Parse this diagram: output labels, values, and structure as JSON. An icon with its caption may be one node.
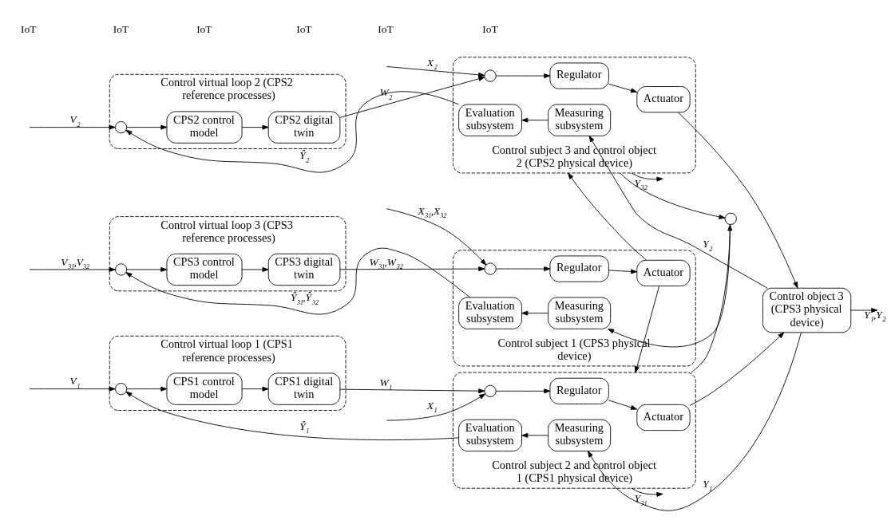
{
  "diagram": {
    "nodes": [
      {
        "text": [
          "Control virtual loop 3 (CPS3 reference processes)"
        ]
      },
      {
        "text": [],
        "shape": "circle",
        "in": 0
      },
      {
        "text": [
          "CPS3 control model"
        ],
        "in": 0
      },
      {
        "text": [
          "CPS3 digital twin"
        ],
        "in": 0
      },
      {
        "text": [
          "Control virtual loop 1 (CPS1 reference processes)"
        ]
      },
      {
        "text": [],
        "shape": "circle",
        "in": 4
      },
      {
        "text": [
          "CPS1 control model"
        ],
        "in": 4
      },
      {
        "text": [
          "CPS1 digital twin"
        ],
        "in": 4
      },
      {
        "text": [
          "Control object 3 (CPS3 physical device)"
        ]
      },
      {
        "text": [
          "Control subject 2 and control object 1 (CPS1 physical device)"
        ]
      },
      {
        "text": [],
        "shape": "circle",
        "in": 9
      },
      {
        "text": [
          "Regulator"
        ],
        "in": 9
      },
      {
        "text": [
          "Actuator"
        ],
        "in": 9
      },
      {
        "text": [
          "Evaluation subsystem"
        ],
        "in": 9
      },
      {
        "text": [
          "Measuring subsystem"
        ],
        "in": 9
      },
      {
        "text": [
          "Control subject 1 (CPS3 physical device)"
        ]
      },
      {
        "text": [],
        "shape": "circle",
        "in": 15
      },
      {
        "text": [
          "Regulator"
        ],
        "in": 15
      },
      {
        "text": [
          "Actuator"
        ],
        "in": 15
      },
      {
        "text": [
          "Evaluation subsystem"
        ],
        "in": 15
      },
      {
        "text": [
          "Measuring subsystem"
        ],
        "in": 15
      },
      {
        "text": [],
        "shape": "circle"
      },
      {
        "text": [
          "Control subject 3 and control object 2 (CPS2 physical device)"
        ]
      },
      {
        "text": [],
        "shape": "circle",
        "in": 22
      },
      {
        "text": [
          "Regulator"
        ],
        "in": 22
      },
      {
        "text": [
          "Actuator"
        ],
        "in": 22
      },
      {
        "text": [
          "Evaluation subsystem"
        ],
        "in": 22
      },
      {
        "text": [
          "Measuring subsystem"
        ],
        "in": 22
      },
      {
        "text": [
          "Control virtual loop 2 (CPS2 reference processes)"
        ]
      },
      {
        "text": [],
        "shape": "circle",
        "in": 28
      },
      {
        "text": [
          "CPS2 control model"
        ],
        "in": 28
      },
      {
        "text": [
          "CPS2 digital twin"
        ],
        "in": 28
      }
    ],
    "edges": [
      {
        "from": null,
        "to": 1,
        "arrow": "to",
        "label": "V$_{31}$,V$_{32}$"
      },
      {
        "from": 1,
        "to": 2,
        "arrow": "to"
      },
      {
        "from": 2,
        "to": 3,
        "arrow": "to"
      },
      {
        "from": null,
        "to": 5,
        "arrow": "to",
        "label": "V$_{1}$"
      },
      {
        "from": 5,
        "to": 6,
        "arrow": "to"
      },
      {
        "from": 6,
        "to": 7,
        "arrow": "to"
      },
      {
        "from": 7,
        "to": 10,
        "arrow": "to",
        "label": "W$_{1}$"
      },
      {
        "from": null,
        "to": 10,
        "arrow": "to",
        "label": "X$_{1}$"
      },
      {
        "from": 10,
        "to": 11,
        "arrow": "to"
      },
      {
        "from": 11,
        "to": 12,
        "arrow": "to"
      },
      {
        "from": 12,
        "to": 8,
        "arrow": "to"
      },
      {
        "from": 8,
        "to": null,
        "arrow": "to",
        "label": "Y$_{1}$,Y$_{2}$"
      },
      {
        "from": 8,
        "to": 14,
        "arrow": "to",
        "label": "Y$_{1}$"
      },
      {
        "from": 14,
        "to": 13,
        "arrow": "to"
      },
      {
        "from": 13,
        "to": 5,
        "arrow": "to",
        "label": "Ŷ$_{1}$"
      },
      {
        "from": 3,
        "to": 16,
        "arrow": "to",
        "label": "W$_{31}$,W$_{32}$"
      },
      {
        "from": null,
        "to": 16,
        "arrow": "to",
        "label": "X$_{31}$,X$_{32}$"
      },
      {
        "from": 16,
        "to": 17,
        "arrow": "to"
      },
      {
        "from": 17,
        "to": 18,
        "arrow": "to"
      },
      {
        "from": 18,
        "to": 9,
        "arrow": "to"
      },
      {
        "from": 18,
        "to": 22,
        "arrow": "to"
      },
      {
        "from": 9,
        "to": null,
        "arrow": "to",
        "label": "Y$_{31}$"
      },
      {
        "from": 9,
        "to": 21,
        "arrow": "to"
      },
      {
        "from": 22,
        "to": 21,
        "arrow": "to"
      },
      {
        "from": 21,
        "to": 20,
        "arrow": "to"
      },
      {
        "from": 20,
        "to": 19,
        "arrow": "to"
      },
      {
        "from": 19,
        "to": 1,
        "arrow": "to",
        "label": "Ŷ$_{31}$,Ŷ$_{32}$"
      },
      {
        "from": null,
        "to": 23,
        "arrow": "to",
        "label": "X$_{2}$"
      },
      {
        "from": 23,
        "to": 24,
        "arrow": "to"
      },
      {
        "from": 24,
        "to": 25,
        "arrow": "to"
      },
      {
        "from": 25,
        "to": 8,
        "arrow": "to"
      },
      {
        "from": 8,
        "to": 27,
        "arrow": "to",
        "label": "Y$_{2}$"
      },
      {
        "from": 27,
        "to": 26,
        "arrow": "to"
      },
      {
        "from": 26,
        "to": 29,
        "arrow": "to",
        "label": "Ŷ$_{2}$"
      },
      {
        "from": 22,
        "to": null,
        "arrow": "to",
        "label": "Y$_{32}$"
      },
      {
        "from": null,
        "to": 29,
        "arrow": "to",
        "label": "V$_{2}$"
      },
      {
        "from": 29,
        "to": 30,
        "arrow": "to"
      },
      {
        "from": 30,
        "to": 31,
        "arrow": "to"
      },
      {
        "from": 31,
        "to": 23,
        "arrow": "to",
        "label": "W$_{2}$"
      }
    ],
    "labels": [
      "IoT",
      "IoT",
      "IoT",
      "IoT",
      "IoT",
      "IoT"
    ]
  }
}
